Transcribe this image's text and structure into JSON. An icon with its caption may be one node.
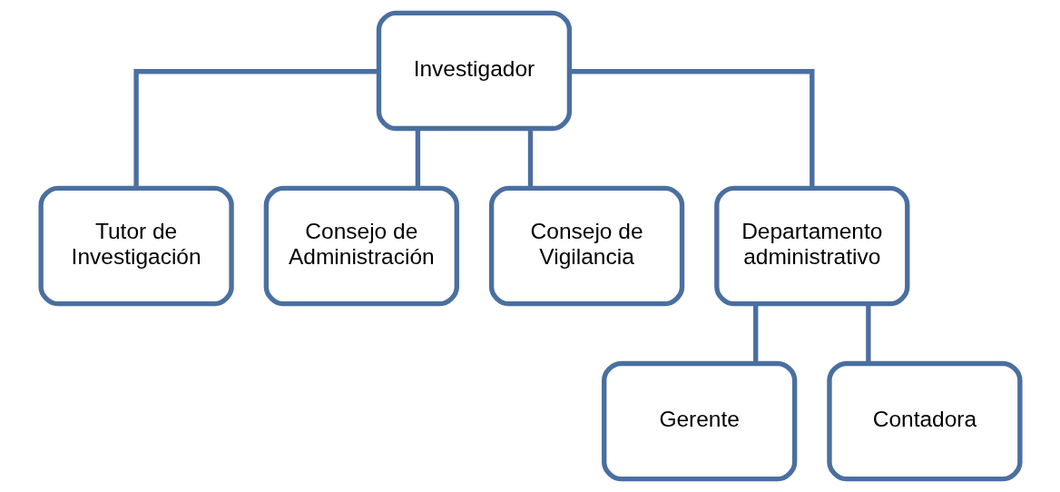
{
  "diagram": {
    "nodes": [
      {
        "text": [
          "Investigador"
        ]
      },
      {
        "text": [
          "Tutor de Investigación"
        ]
      },
      {
        "text": [
          "Consejo de Administración"
        ]
      },
      {
        "text": [
          "Consejo de Vigilancia"
        ]
      },
      {
        "text": [
          "Departamento administrativo"
        ]
      },
      {
        "text": [
          "Gerente"
        ]
      },
      {
        "text": [
          "Contadora"
        ]
      }
    ],
    "edges": [
      {
        "from": 0,
        "to": 1,
        "arrow": "none"
      },
      {
        "from": 0,
        "to": 2,
        "arrow": "none"
      },
      {
        "from": 0,
        "to": 3,
        "arrow": "none"
      },
      {
        "from": 0,
        "to": 4,
        "arrow": "none"
      },
      {
        "from": 4,
        "to": 5,
        "arrow": "none"
      },
      {
        "from": 4,
        "to": 6,
        "arrow": "none"
      }
    ]
  }
}
